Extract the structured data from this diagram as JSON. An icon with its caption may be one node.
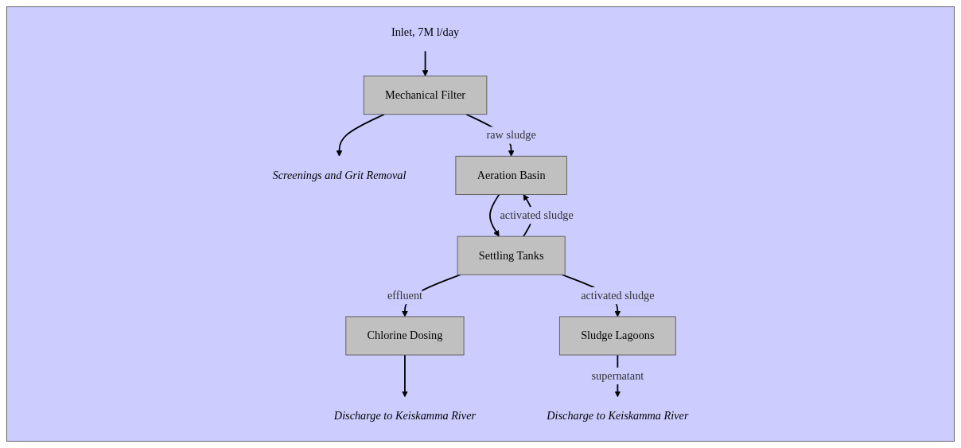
{
  "diagram": {
    "nodes": [
      {
        "text": [
          "Inlet, 7M l/day"
        ]
      },
      {
        "text": [
          "Mechanical Filter"
        ]
      },
      {
        "text": [
          "Screenings and Grit Removal"
        ]
      },
      {
        "text": [
          "Aeration Basin"
        ]
      },
      {
        "text": [
          "Settling Tanks"
        ]
      },
      {
        "text": [
          "Chlorine Dosing"
        ]
      },
      {
        "text": [
          "Discharge to Keiskamma River"
        ]
      },
      {
        "text": [
          "Sludge Lagoons"
        ]
      },
      {
        "text": [
          "Discharge to Keiskamma River"
        ]
      }
    ],
    "edges": [
      {
        "from": 0,
        "to": 1,
        "arrow": "to"
      },
      {
        "from": 1,
        "to": 2,
        "arrow": "to"
      },
      {
        "from": 1,
        "to": 3,
        "arrow": "to",
        "label": "raw sludge"
      },
      {
        "from": 3,
        "to": 4,
        "arrow": "to"
      },
      {
        "from": 4,
        "to": 3,
        "arrow": "to",
        "label": "activated sludge"
      },
      {
        "from": 4,
        "to": 5,
        "arrow": "to",
        "label": "effluent"
      },
      {
        "from": 5,
        "to": 6,
        "arrow": "to"
      },
      {
        "from": 4,
        "to": 7,
        "arrow": "to",
        "label": "activated sludge"
      },
      {
        "from": 7,
        "to": 8,
        "arrow": "to",
        "label": "supernatant"
      }
    ]
  }
}
